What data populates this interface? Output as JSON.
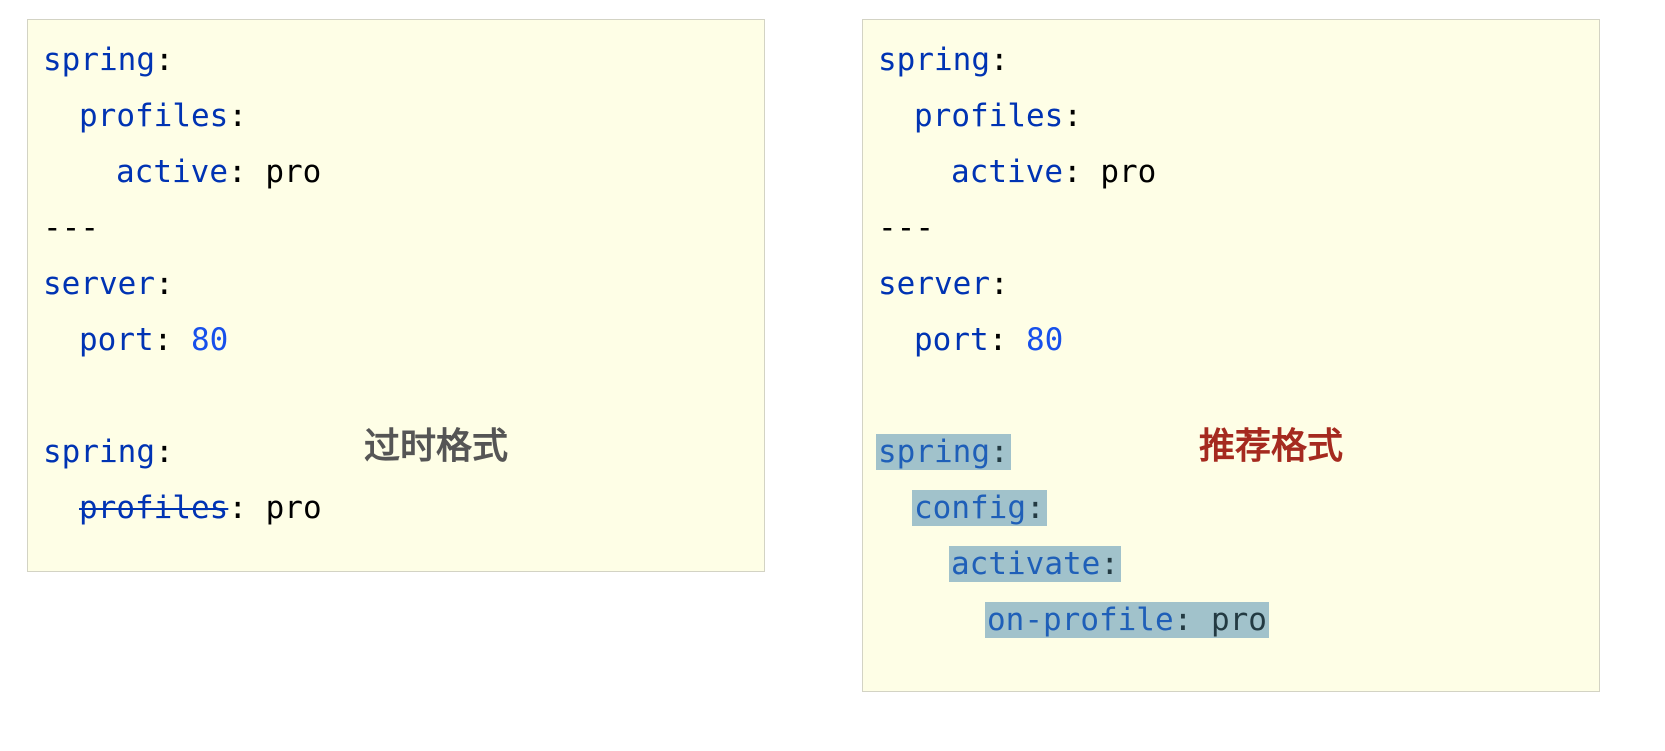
{
  "left_panel": {
    "label": "过时格式",
    "lines": [
      {
        "key": "spring",
        "sep": ":",
        "value": ""
      },
      {
        "key": "profiles",
        "sep": ":",
        "value": ""
      },
      {
        "key": "active",
        "sep": ": ",
        "value": "pro"
      },
      {
        "text": "---"
      },
      {
        "key": "server",
        "sep": ":",
        "value": ""
      },
      {
        "key": "port",
        "sep": ": ",
        "value": "80"
      },
      {
        "key": "spring",
        "sep": ":",
        "value": ""
      },
      {
        "key": "profiles",
        "sep": ": ",
        "value": "pro"
      }
    ]
  },
  "right_panel": {
    "label": "推荐格式",
    "lines": [
      {
        "key": "spring",
        "sep": ":",
        "value": ""
      },
      {
        "key": "profiles",
        "sep": ":",
        "value": ""
      },
      {
        "key": "active",
        "sep": ": ",
        "value": "pro"
      },
      {
        "text": "---"
      },
      {
        "key": "server",
        "sep": ":",
        "value": ""
      },
      {
        "key": "port",
        "sep": ": ",
        "value": "80"
      },
      {
        "key": "spring",
        "sep": ":",
        "value": ""
      },
      {
        "key": "config",
        "sep": ":",
        "value": ""
      },
      {
        "key": "activate",
        "sep": ":",
        "value": ""
      },
      {
        "key": "on-profile",
        "sep": ": ",
        "value": "pro"
      }
    ]
  },
  "colors": {
    "panel_background": "#fefee6",
    "key": "#0033b3",
    "number": "#1750eb",
    "highlight": "#a1c2cb",
    "deprecated_label": "#555555",
    "recommended_label": "#a52a1f"
  }
}
